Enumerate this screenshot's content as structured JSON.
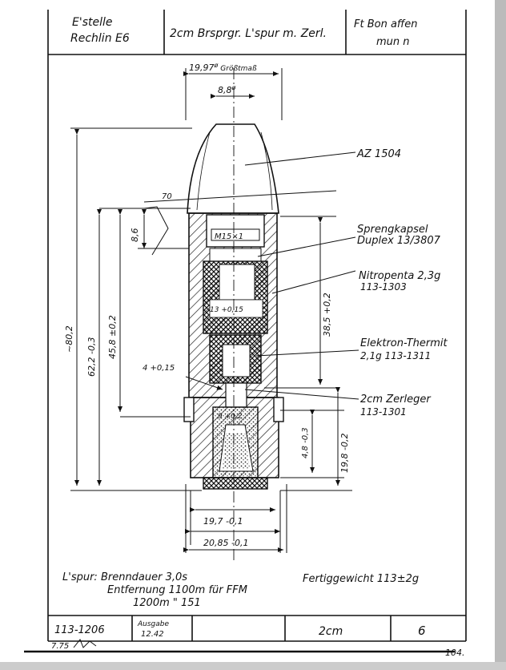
{
  "header": {
    "office_line1": "E'stelle",
    "office_line2": "Rechlin E6",
    "title": "2cm Brsprgr. L'spur m. Zerl.",
    "stamp_line1": "Ft Bon  affen",
    "stamp_line2": "mun  n"
  },
  "dimensions": {
    "max_dia": "19,97",
    "max_dia_suffix": "Größtmaß",
    "tip_dia": "8,8",
    "angle": "70",
    "d_8_6": "8,6",
    "len_total": "~80,2",
    "len_62": "62,2 -0,3",
    "len_45": "45,8 ±0,2",
    "len_38": "38,5 +0,2",
    "hole_dia": "4 +0,15",
    "len_4_8": "4,8 -0,3",
    "len_19_8": "19,8 -0,2",
    "band_dia": "19,7 -0,1",
    "base_dia": "20,85 -0,1",
    "thread": "M15×1",
    "inner_dia": "13 +0,15",
    "inner_dia2": "9 +0,2"
  },
  "labels": {
    "fuze": "AZ 1504",
    "detonator_line1": "Sprengkapsel",
    "detonator_line2": "Duplex 13/3807",
    "charge_line1": "Nitropenta 2,3g",
    "charge_line2": "113-1303",
    "incendiary_line1": "Elektron-Thermit",
    "incendiary_line2": "2,1g  113-1311",
    "destructor_line1": "2cm Zerleger",
    "destructor_line2": "113-1301"
  },
  "notes": {
    "tracer_line1": "L'spur: Brenndauer 3,0s",
    "tracer_line2": "Entfernung 1100m für FFM",
    "tracer_line3": "1200m  \"  151",
    "weight": "Fertiggewicht 113±2g"
  },
  "footer": {
    "number": "113-1206",
    "issue_label": "Ausgabe",
    "issue_date": "12.42",
    "caliber": "2cm",
    "sheet": "6",
    "signature": "7.75",
    "page": "104."
  }
}
